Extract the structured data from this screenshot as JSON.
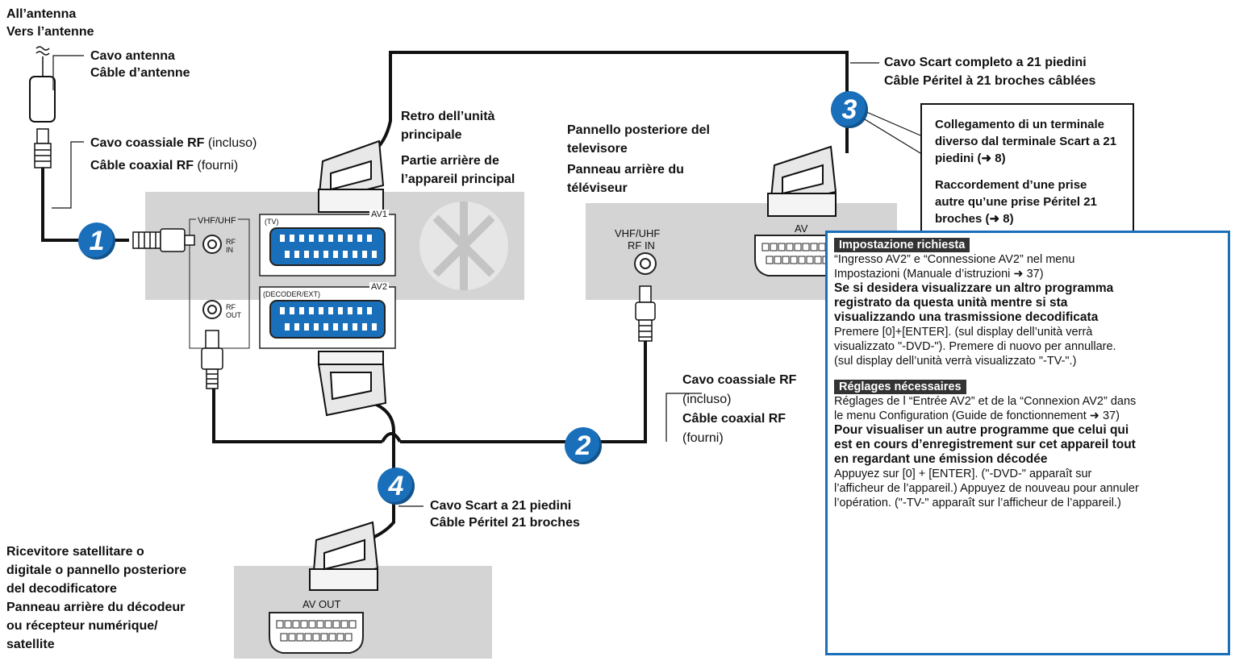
{
  "antenna": {
    "label_it": "All’antenna",
    "label_fr": "Vers l’antenne",
    "cable_it": "Cavo antenna",
    "cable_fr": "Câble d’antenne"
  },
  "coax_top": {
    "it_bold": "Cavo coassiale RF",
    "it_rest": " (incluso)",
    "fr_bold": "Câble coaxial RF",
    "fr_rest": " (fourni)"
  },
  "main_unit": {
    "label_it_1": "Retro dell’unità",
    "label_it_2": "principale",
    "label_fr_1": "Partie arrière de",
    "label_fr_2": "l’appareil principal",
    "vhf_uhf": "VHF/UHF",
    "rf_in_1": "RF",
    "rf_in_2": "IN",
    "rf_out_1": "RF",
    "rf_out_2": "OUT",
    "av1": "AV1",
    "av1_sub": "(TV)",
    "av2": "AV2",
    "av2_sub": "(DECODER/EXT)"
  },
  "tv": {
    "label_it_1": "Pannello posteriore del",
    "label_it_2": "televisore",
    "label_fr_1": "Panneau arrière du",
    "label_fr_2": "téléviseur",
    "vhf_uhf": "VHF/UHF",
    "rf_in": "RF IN",
    "av": "AV"
  },
  "scart_full": {
    "it": "Cavo Scart completo a 21 piedini",
    "fr": "Câble Péritel à 21 broches câblées"
  },
  "callout": {
    "it": "Collegamento di un terminale diverso dal terminale Scart a 21 piedini (➜ 8)",
    "fr": "Raccordement d’une prise autre qu’une prise Péritel 21 broches (➜ 8)"
  },
  "coax_mid": {
    "it_bold": "Cavo coassiale RF",
    "it_rest": "(incluso)",
    "fr_bold": "Câble coaxial RF",
    "fr_rest": "(fourni)"
  },
  "scart_21": {
    "it": "Cavo Scart a 21 piedini",
    "fr": "Câble Péritel 21 broches"
  },
  "receiver": {
    "line1": "Ricevitore satellitare o",
    "line2": "digitale o pannello posteriore",
    "line3": "del decodificatore",
    "line4": "Panneau arrière du décodeur",
    "line5": "ou récepteur numérique/",
    "line6": "satellite",
    "av_out": "AV OUT"
  },
  "steps": [
    "1",
    "2",
    "3",
    "4"
  ],
  "note": {
    "it_header": "Impostazione richiesta",
    "it_line1": "“Ingresso AV2” e “Connessione AV2” nel menu",
    "it_line2": "Impostazioni (Manuale d’istruzioni ➜ 37)",
    "it_bold1": "Se si desidera visualizzare un altro programma",
    "it_bold2": "registrato da questa unità mentre si sta",
    "it_bold3": "visualizzando una trasmissione decodificata",
    "it_line3": "Premere [0]+[ENTER]. (sul display dell’unità verrà",
    "it_line4": "visualizzato \"-DVD-\"). Premere di nuovo per annullare.",
    "it_line5": "(sul display dell’unità verrà visualizzato \"-TV-\".)",
    "fr_header": "Réglages nécessaires",
    "fr_line1": "Réglages de l “Entrée AV2” et de la “Connexion AV2” dans",
    "fr_line2": "le menu Configuration (Guide de fonctionnement ➜ 37)",
    "fr_bold1": "Pour visualiser un autre programme que celui qui",
    "fr_bold2": "est en cours d’enregistrement sur cet appareil tout",
    "fr_bold3": "en regardant une émission décodée",
    "fr_line3": "Appuyez sur [0] + [ENTER]. (\"-DVD-\" apparaît sur",
    "fr_line4": "l’afficheur de l’appareil.) Appuyez de nouveau pour annuler",
    "fr_line5": "l’opération. (\"-TV-\" apparaît sur l’afficheur de l’appareil.)"
  },
  "colors": {
    "accent": "#1a6fba",
    "panel": "#d4d4d4"
  }
}
